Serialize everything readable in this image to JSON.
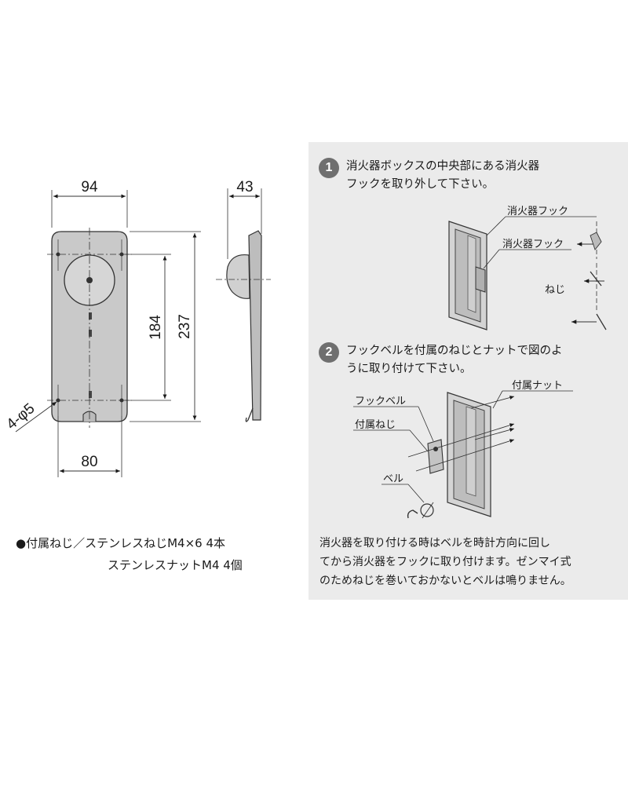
{
  "dimensions": {
    "width_top": "94",
    "width_bottom": "80",
    "height_outer": "237",
    "height_inner": "184",
    "depth": "43",
    "hole": "4-φ5"
  },
  "instructions": {
    "step1": {
      "number": "1",
      "line1": "消火器ボックスの中央部にある消火器",
      "line2": "フックを取り外して下さい。"
    },
    "step2": {
      "number": "2",
      "line1": "フックベルを付属のねじとナットで図のよ",
      "line2": "うに取り付けて下さい。"
    },
    "labels1": {
      "hook_a": "消火器フック",
      "hook_b": "消火器フック",
      "screw": "ねじ"
    },
    "labels2": {
      "nut": "付属ナット",
      "hook_bell": "フックベル",
      "screw": "付属ねじ",
      "bell": "ベル"
    },
    "note": {
      "line1": "消火器を取り付ける時はベルを時計方向に回し",
      "line2": "てから消火器をフックに取り付けます。ゼンマイ式",
      "line3": "のためねじを巻いておかないとベルは鳴りません。"
    }
  },
  "accessories": {
    "line1": "●付属ねじ／ステンレスねじM4×6 4本",
    "line2": "ステンレスナットM4 4個"
  },
  "colors": {
    "part_fill": "#c9c9c9",
    "panel_bg": "#ebebeb",
    "badge": "#6f6f6f"
  }
}
